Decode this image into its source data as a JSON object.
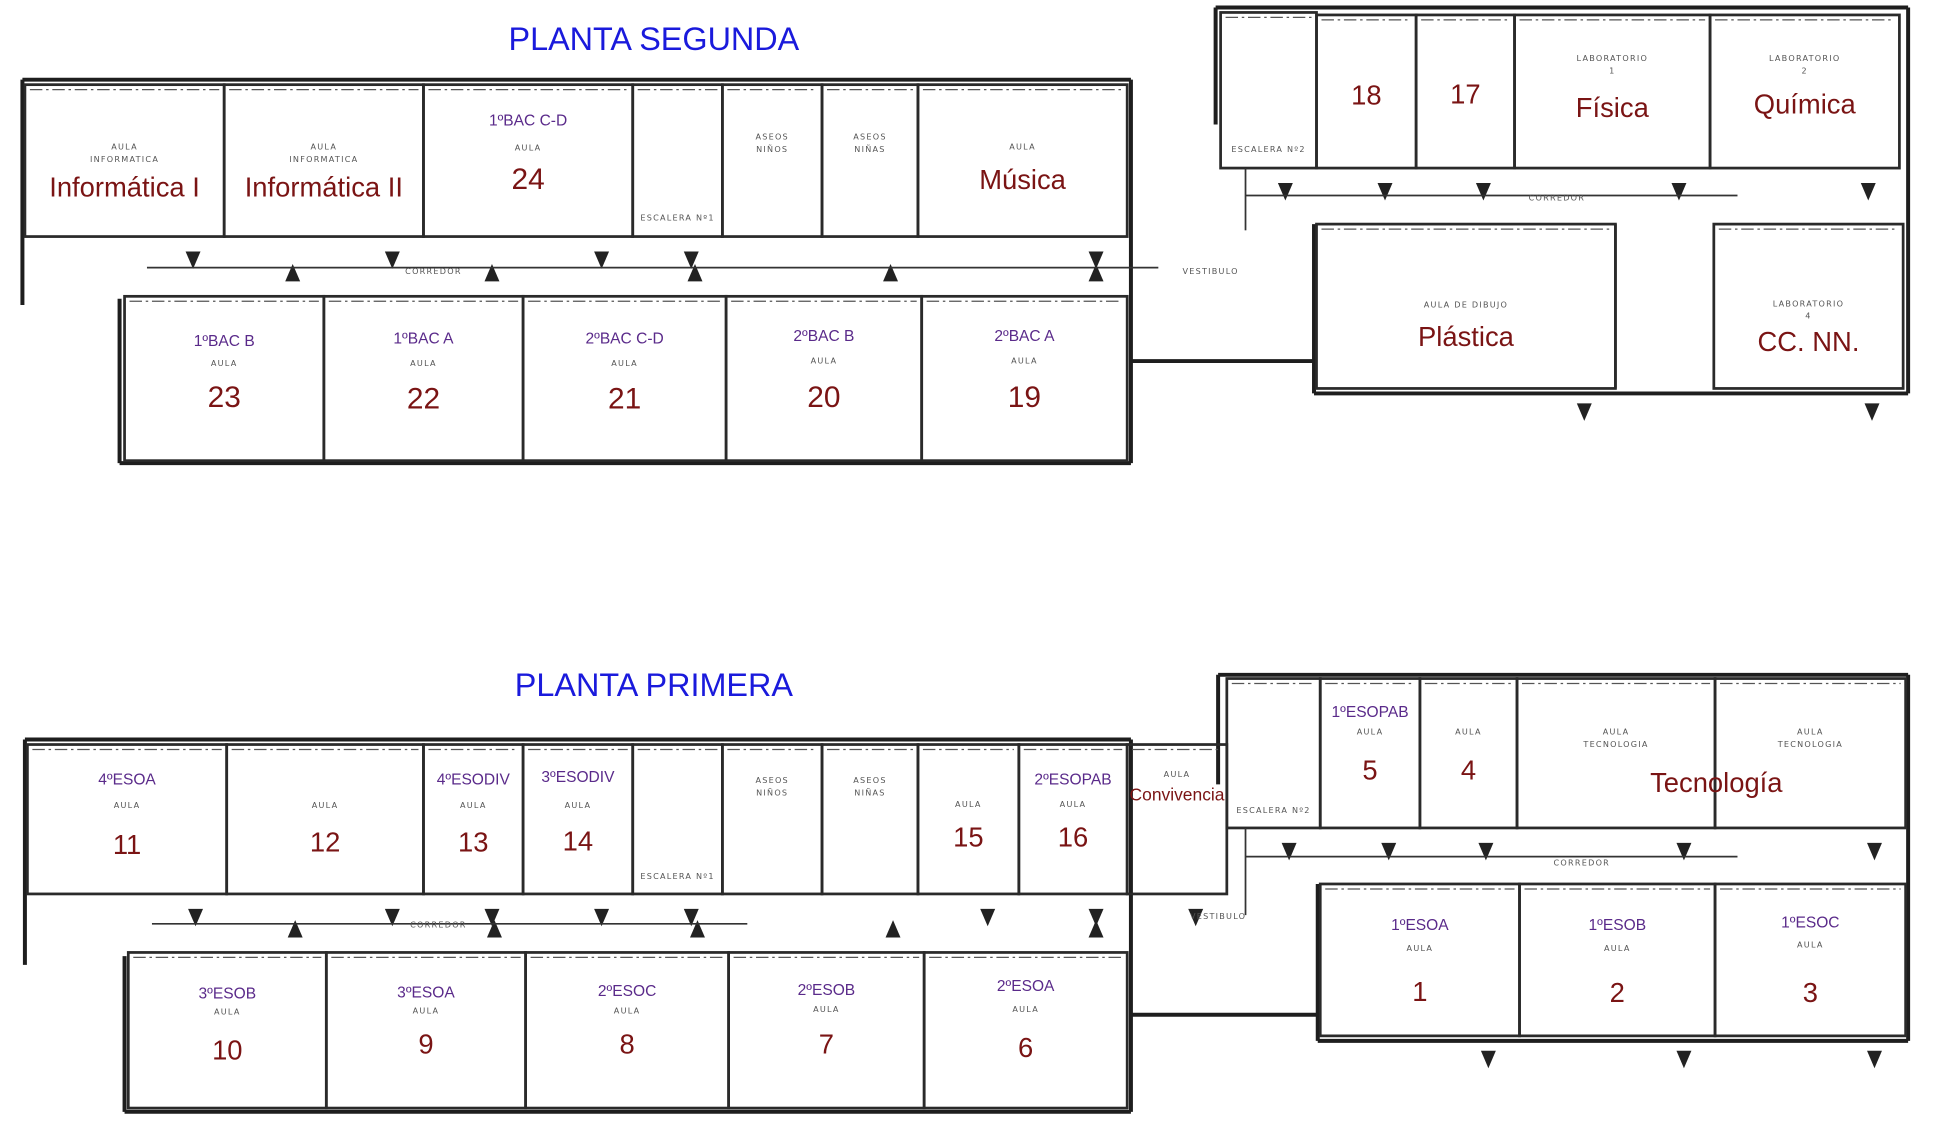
{
  "floors": [
    {
      "title": "PLANTA SEGUNDA",
      "rooms": [
        {
          "small": [
            "AULA",
            "INFORMATICA"
          ],
          "name": "Informática I"
        },
        {
          "small": [
            "AULA",
            "INFORMATICA"
          ],
          "name": "Informática II"
        },
        {
          "group": "1ºBAC C-D",
          "small": [
            "AULA"
          ],
          "name": "24"
        },
        {
          "small": [
            "ESCALERA Nº1"
          ]
        },
        {
          "small": [
            "ASEOS",
            "NIÑOS"
          ]
        },
        {
          "small": [
            "ASEOS",
            "NIÑAS"
          ]
        },
        {
          "small": [
            "AULA"
          ],
          "name": "Música"
        },
        {
          "group": "1ºBAC B",
          "small": [
            "AULA"
          ],
          "name": "23"
        },
        {
          "group": "1ºBAC A",
          "small": [
            "AULA"
          ],
          "name": "22"
        },
        {
          "group": "2ºBAC C-D",
          "small": [
            "AULA"
          ],
          "name": "21"
        },
        {
          "group": "2ºBAC B",
          "small": [
            "AULA"
          ],
          "name": "20"
        },
        {
          "group": "2ºBAC A",
          "small": [
            "AULA"
          ],
          "name": "19"
        },
        {
          "small": [
            "ESCALERA Nº2"
          ]
        },
        {
          "name": "18"
        },
        {
          "name": "17"
        },
        {
          "small": [
            "LABORATORIO",
            "1"
          ],
          "name": "Física"
        },
        {
          "small": [
            "LABORATORIO",
            "2"
          ],
          "name": "Química"
        },
        {
          "small": [
            "AULA DE DIBUJO"
          ],
          "name": "Plástica"
        },
        {
          "small": [
            "LABORATORIO",
            "4"
          ],
          "name": "CC. NN."
        }
      ],
      "corridor_labels": [
        "CORREDOR",
        "CORREDOR",
        "VESTIBULO"
      ]
    },
    {
      "title": "PLANTA PRIMERA",
      "rooms": [
        {
          "group": "4ºESOA",
          "small": [
            "AULA"
          ],
          "name": "11"
        },
        {
          "small": [
            "AULA"
          ],
          "name": "12"
        },
        {
          "group": "4ºESODIV",
          "small": [
            "AULA"
          ],
          "name": "13"
        },
        {
          "group": "3ºESODIV",
          "small": [
            "AULA"
          ],
          "name": "14"
        },
        {
          "small": [
            "ESCALERA Nº1"
          ]
        },
        {
          "small": [
            "ASEOS",
            "NIÑOS"
          ]
        },
        {
          "small": [
            "ASEOS",
            "NIÑAS"
          ]
        },
        {
          "small": [
            "AULA"
          ],
          "name": "15"
        },
        {
          "group": "2ºESOPAB",
          "small": [
            "AULA"
          ],
          "name": "16"
        },
        {
          "small": [
            "AULA"
          ],
          "name": "Convivencia"
        },
        {
          "group": "3ºESOB",
          "small": [
            "AULA"
          ],
          "name": "10"
        },
        {
          "group": "3ºESOA",
          "small": [
            "AULA"
          ],
          "name": "9"
        },
        {
          "group": "2ºESOC",
          "small": [
            "AULA"
          ],
          "name": "8"
        },
        {
          "group": "2ºESOB",
          "small": [
            "AULA"
          ],
          "name": "7"
        },
        {
          "group": "2ºESOA",
          "small": [
            "AULA"
          ],
          "name": "6"
        },
        {
          "small": [
            "ESCALERA Nº2"
          ]
        },
        {
          "group": "1ºESOPAB",
          "small": [
            "AULA"
          ],
          "name": "5"
        },
        {
          "small": [
            "AULA"
          ],
          "name": "4"
        },
        {
          "small": [
            "AULA",
            "TECNOLOGIA"
          ]
        },
        {
          "small": [
            "AULA",
            "TECNOLOGIA"
          ]
        },
        {
          "group": "1ºESOA",
          "small": [
            "AULA"
          ],
          "name": "1"
        },
        {
          "group": "1ºESOB",
          "small": [
            "AULA"
          ],
          "name": "2"
        },
        {
          "group": "1ºESOC",
          "small": [
            "AULA"
          ],
          "name": "3"
        }
      ],
      "shared_label": "Tecnología",
      "corridor_labels": [
        "CORREDOR",
        "CORREDOR",
        "VESTIBULO"
      ]
    }
  ],
  "colors": {
    "title": "#1a1adc",
    "room_name": "#7a1414",
    "group": "#5a2a8a",
    "walls": "#2a2a2a"
  }
}
